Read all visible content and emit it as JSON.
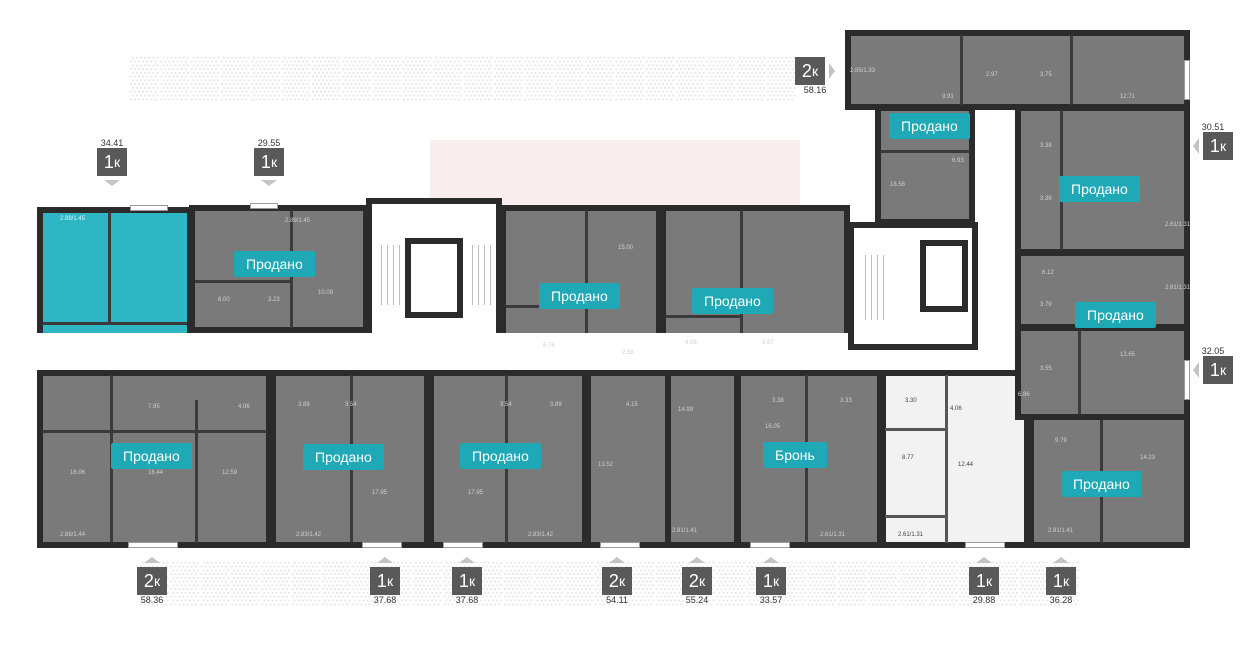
{
  "statuses": {
    "sold": "Продано",
    "reserved": "Бронь"
  },
  "badges": {
    "top_34_41": {
      "rooms": "1",
      "area": "34.41"
    },
    "top_29_55": {
      "rooms": "1",
      "area": "29.55"
    },
    "top_58_16": {
      "rooms": "2",
      "area": "58.16"
    },
    "right_30_51": {
      "rooms": "1",
      "area": "30.51"
    },
    "right_32_05": {
      "rooms": "1",
      "area": "32.05"
    },
    "bottom_58_36": {
      "rooms": "2",
      "area": "58.36"
    },
    "bottom_37_68_a": {
      "rooms": "1",
      "area": "37.68"
    },
    "bottom_37_68_b": {
      "rooms": "1",
      "area": "37.68"
    },
    "bottom_54_11": {
      "rooms": "2",
      "area": "54.11"
    },
    "bottom_55_24": {
      "rooms": "2",
      "area": "55.24"
    },
    "bottom_33_57": {
      "rooms": "1",
      "area": "33.57"
    },
    "bottom_29_88": {
      "rooms": "1",
      "area": "29.88"
    },
    "bottom_36_28": {
      "rooms": "1",
      "area": "36.28"
    }
  },
  "room_suffix": "к",
  "rooms": {
    "r1": "2.89/1.45",
    "r2": "6.00",
    "r3": "3.23",
    "r4": "10.09",
    "r5": "15.00",
    "r6": "6.76",
    "r7": "2.58",
    "r8": "4.08",
    "r9": "5.67",
    "r10": "7.95",
    "r11": "4.06",
    "r12": "16.06",
    "r13": "16.44",
    "r14": "12.59",
    "r15": "2.88/1.44",
    "r16": "3.89",
    "r17": "3.54",
    "r18": "17.95",
    "r19": "2.83/1.42",
    "r20": "3.54",
    "r21": "3.89",
    "r22": "17.95",
    "r23": "2.83/1.42",
    "r24": "4.15",
    "r25": "13.52",
    "r26": "14.99",
    "r27": "2.81/1.41",
    "r28": "3.38",
    "r29": "3.33",
    "r30": "16.05",
    "r31": "2.61/1.31",
    "r32": "3.30",
    "r33": "4.06",
    "r34": "8.77",
    "r35": "12.44",
    "r36": "2.61/1.31",
    "r37": "6.86",
    "r38": "9.79",
    "r39": "14.23",
    "r40": "2.81/1.41",
    "r41": "9.91",
    "r42": "2.97",
    "r43": "3.75",
    "r44": "12.71",
    "r45": "2.85/1.33",
    "r46": "18.56",
    "r47": "6.93",
    "r48": "3.38",
    "r49": "3.38",
    "r50": "2.61/1.31",
    "r51": "6.12",
    "r52": "3.79",
    "r53": "2.61/1.31",
    "r54": "3.55",
    "r55": "13.65",
    "r56": "2.89/1.45"
  }
}
